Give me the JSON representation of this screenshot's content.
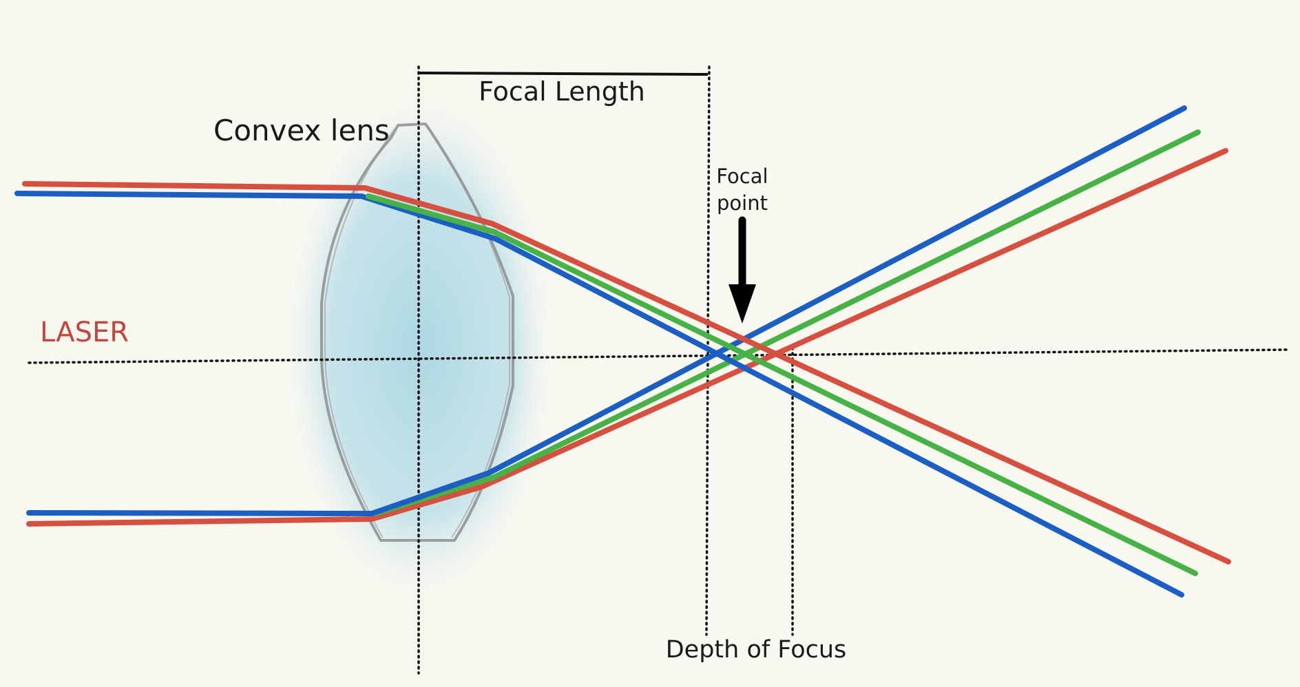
{
  "labels": {
    "focal_length": "Focal Length",
    "convex_lens": "Convex lens",
    "focal_point_line1": "Focal",
    "focal_point_line2": "point",
    "laser": "LASER",
    "depth_of_focus": "Depth of Focus"
  },
  "colors": {
    "background": "#f8f7f0",
    "red_beam": "#d64f3f",
    "green_beam": "#47b347",
    "blue_beam": "#1b5ec4",
    "lens_fill": "#a9d6e3",
    "lens_outline": "#8a8a8a",
    "laser_text": "#c2453f",
    "guide_lines": "#111111"
  },
  "beams": [
    {
      "color": "red"
    },
    {
      "color": "green"
    },
    {
      "color": "blue"
    }
  ]
}
